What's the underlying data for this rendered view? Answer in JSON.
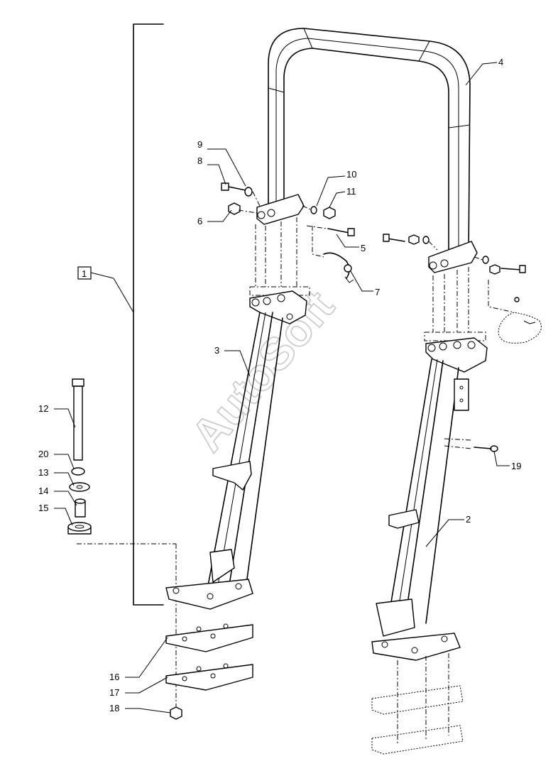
{
  "watermark": "AutoSoft",
  "group_label": "1",
  "callouts": [
    {
      "id": "c9",
      "label": "9"
    },
    {
      "id": "c8",
      "label": "8"
    },
    {
      "id": "c6",
      "label": "6"
    },
    {
      "id": "c10",
      "label": "10"
    },
    {
      "id": "c11",
      "label": "11"
    },
    {
      "id": "c5",
      "label": "5"
    },
    {
      "id": "c7",
      "label": "7"
    },
    {
      "id": "c4",
      "label": "4"
    },
    {
      "id": "c3",
      "label": "3"
    },
    {
      "id": "c2",
      "label": "2"
    },
    {
      "id": "c19",
      "label": "19"
    },
    {
      "id": "c12",
      "label": "12"
    },
    {
      "id": "c20",
      "label": "20"
    },
    {
      "id": "c13",
      "label": "13"
    },
    {
      "id": "c14",
      "label": "14"
    },
    {
      "id": "c15",
      "label": "15"
    },
    {
      "id": "c16",
      "label": "16"
    },
    {
      "id": "c17",
      "label": "17"
    },
    {
      "id": "c18",
      "label": "18"
    }
  ]
}
